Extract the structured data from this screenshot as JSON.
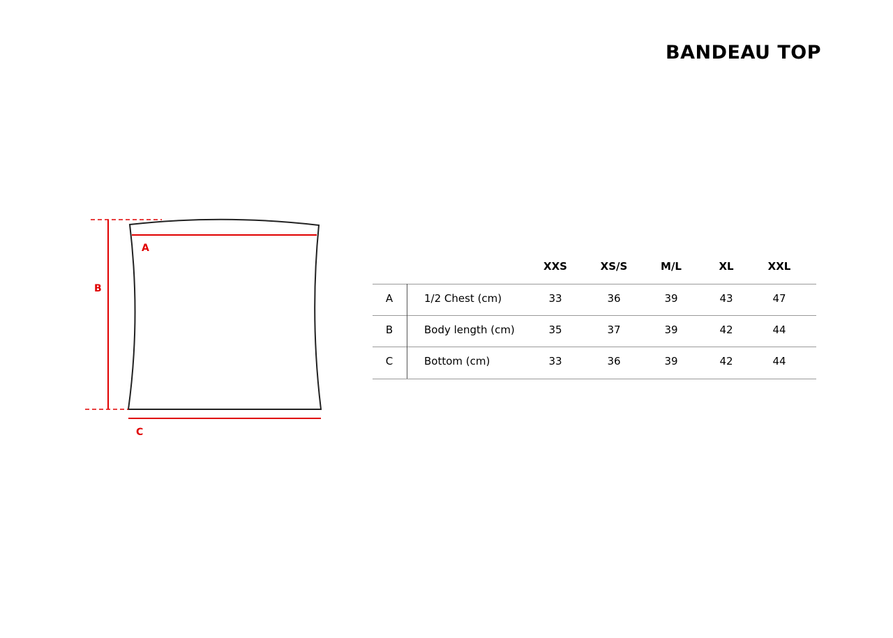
{
  "title": "BANDEAU TOP",
  "diagram": {
    "labels": [
      "A",
      "B",
      "C"
    ],
    "accent_color": "#e00000"
  },
  "table": {
    "sizes": [
      "XXS",
      "XS/S",
      "M/L",
      "XL",
      "XXL"
    ],
    "rows": [
      {
        "key": "A",
        "label": "1/2 Chest (cm)",
        "values": [
          "33",
          "36",
          "39",
          "43",
          "47"
        ]
      },
      {
        "key": "B",
        "label": "Body length (cm)",
        "values": [
          "35",
          "37",
          "39",
          "42",
          "44"
        ]
      },
      {
        "key": "C",
        "label": "Bottom (cm)",
        "values": [
          "33",
          "36",
          "39",
          "42",
          "44"
        ]
      }
    ]
  }
}
